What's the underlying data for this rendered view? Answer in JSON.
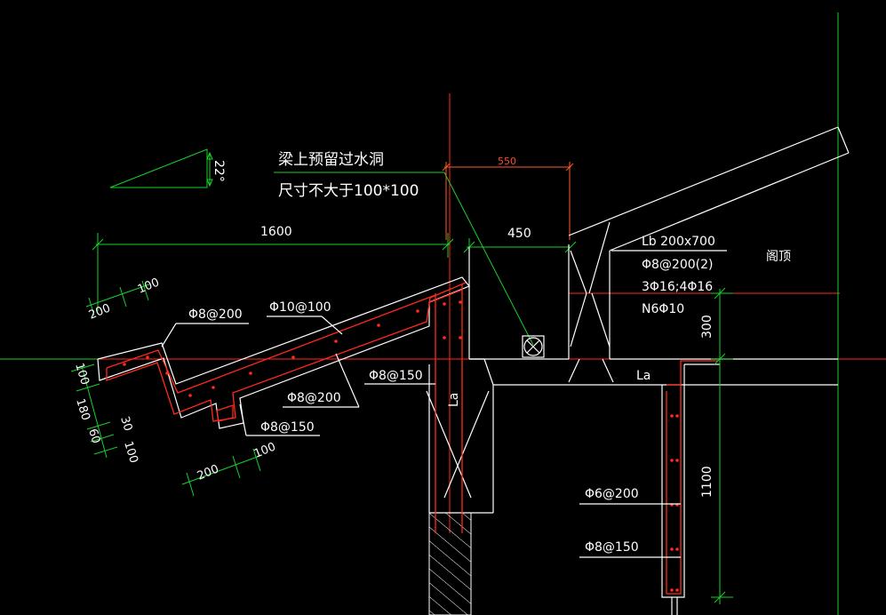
{
  "labels": {
    "slope_angle": "22°",
    "note_line1": "梁上预留过水洞",
    "note_line2": "尺寸不大于100*100",
    "dim_550": "550",
    "dim_1600": "1600",
    "dim_450": "450",
    "beam_lb": "Lb 200x700",
    "beam_stirrup": "Φ8@200(2)",
    "beam_main": "3Φ16;4Φ16",
    "beam_side": "N6Φ10",
    "attic": "阁顶",
    "dim_300": "300",
    "dim_1100": "1100",
    "la_upper": "La",
    "la_vertical": "La",
    "dim_200_top": "200",
    "dim_100_top": "100",
    "dim_100_left": "100",
    "dim_180": "180",
    "dim_30": "30",
    "dim_60": "60",
    "dim_100_left2": "100",
    "dim_200_bottom": "200",
    "dim_100_bottom": "100",
    "rebar_phi8_200_a": "Φ8@200",
    "rebar_phi10_100": "Φ10@100",
    "rebar_phi8_150_a": "Φ8@150",
    "rebar_phi8_200_b": "Φ8@200",
    "rebar_phi8_150_b": "Φ8@150",
    "rebar_phi6_200": "Φ6@200",
    "rebar_phi8_150_c": "Φ8@150"
  },
  "colors": {
    "background": "#000000",
    "outline": "#ffffff",
    "dimension": "#16d22a",
    "rebar": "#ff2a1a"
  }
}
